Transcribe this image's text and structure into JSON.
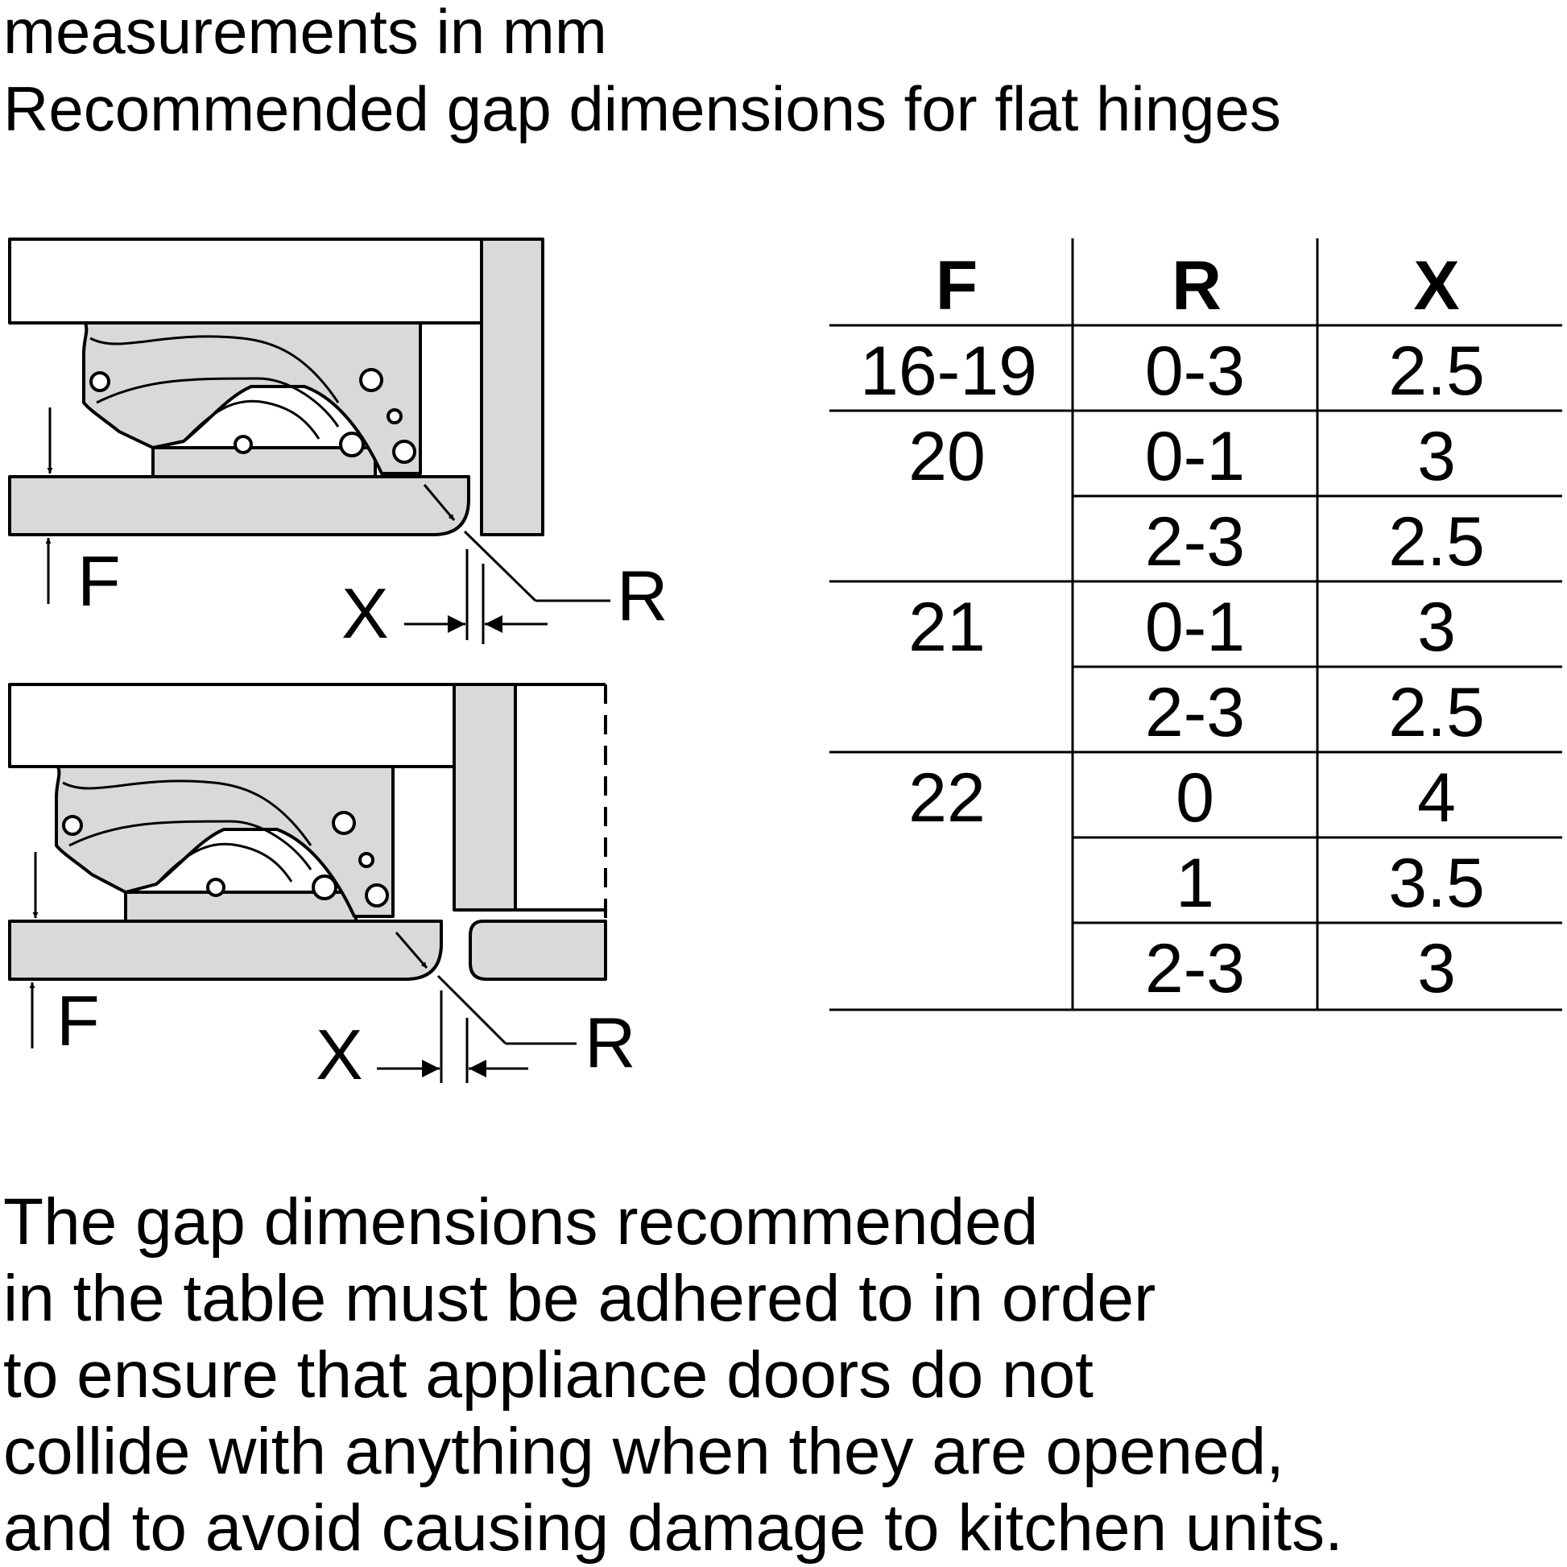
{
  "header": {
    "line1": "measurements in mm",
    "line2": "Recommended gap dimensions for flat hinges"
  },
  "diagram": {
    "top": {
      "label_f": "F",
      "label_x": "X",
      "label_r": "R"
    },
    "bottom": {
      "label_f": "F",
      "label_x": "X",
      "label_r": "R"
    }
  },
  "table": {
    "headers": [
      "F",
      "R",
      "X"
    ],
    "rows": [
      {
        "f": "16-19",
        "r": "0-3",
        "x": "2.5"
      },
      {
        "f": "20",
        "r": "0-1",
        "x": "3"
      },
      {
        "f": "",
        "r": "2-3",
        "x": "2.5"
      },
      {
        "f": "21",
        "r": "0-1",
        "x": "3"
      },
      {
        "f": "",
        "r": "2-3",
        "x": "2.5"
      },
      {
        "f": "22",
        "r": "0",
        "x": "4"
      },
      {
        "f": "",
        "r": "1",
        "x": "3.5"
      },
      {
        "f": "",
        "r": "2-3",
        "x": "3"
      }
    ]
  },
  "footer": {
    "lines": [
      "The gap dimensions recommended",
      "in the table must be adhered to in order",
      "to ensure that appliance doors do not",
      "collide with anything when they are opened,",
      "and to avoid causing damage to kitchen units."
    ]
  },
  "colors": {
    "fill": "#d9d9d9",
    "stroke": "#000000",
    "background": "#ffffff"
  }
}
